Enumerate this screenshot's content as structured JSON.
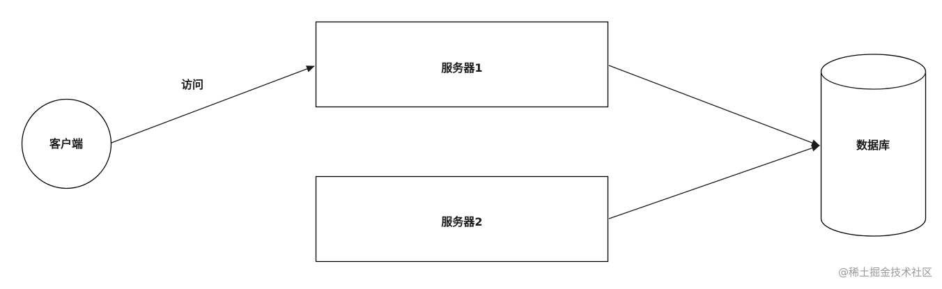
{
  "nodes": {
    "client": {
      "label": "客户端",
      "shape": "circle"
    },
    "server1": {
      "label": "服务器1",
      "shape": "rectangle"
    },
    "server2": {
      "label": "服务器2",
      "shape": "rectangle"
    },
    "database": {
      "label": "数据库",
      "shape": "cylinder"
    }
  },
  "edges": {
    "client_to_server1": {
      "from": "client",
      "to": "server1",
      "label": "访问"
    },
    "server1_to_database": {
      "from": "server1",
      "to": "database",
      "label": ""
    },
    "server2_to_database": {
      "from": "server2",
      "to": "database",
      "label": ""
    }
  },
  "watermark": "@稀土掘金技术社区",
  "colors": {
    "stroke": "#000000",
    "text": "#1a1a1a",
    "watermark": "#9a9a9a",
    "background": "#ffffff"
  }
}
